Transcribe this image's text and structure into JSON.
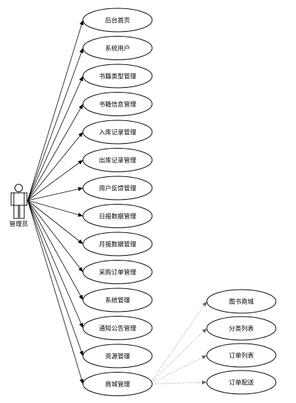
{
  "actor": {
    "name": "管理员"
  },
  "use_cases": [
    "后台首页",
    "系统用户",
    "书籍类型管理",
    "书籍信息管理",
    "入库记录管理",
    "出库记录管理",
    "用户反馈管理",
    "日报数据管理",
    "月报数据管理",
    "采购订单管理",
    "系统管理",
    "通知公告管理",
    "资源管理",
    "商城管理"
  ],
  "sub_use_cases": [
    "图书商城",
    "分类列表",
    "订单列表",
    "订单配送"
  ]
}
